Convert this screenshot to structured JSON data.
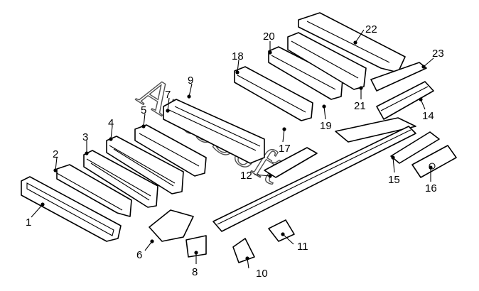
{
  "diagram": {
    "watermark": "AutoSoft",
    "callouts": [
      "1",
      "2",
      "3",
      "4",
      "5",
      "6",
      "7",
      "8",
      "9",
      "10",
      "11",
      "12",
      "14",
      "15",
      "16",
      "17",
      "18",
      "19",
      "20",
      "21",
      "22",
      "23"
    ]
  },
  "colors": {
    "line": "#000000",
    "background": "#ffffff"
  }
}
